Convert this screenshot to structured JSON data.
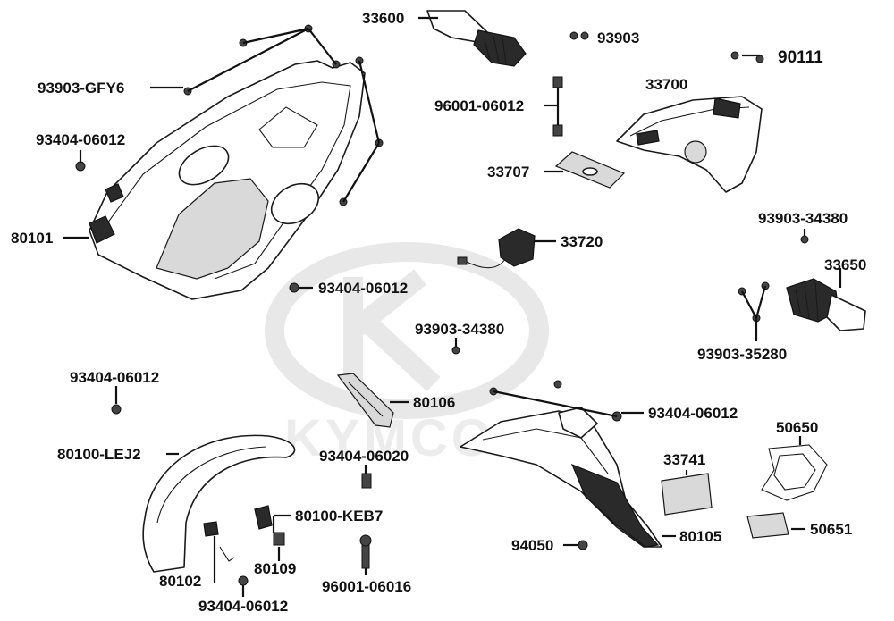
{
  "watermark": {
    "brand": "KYMCO"
  },
  "callouts": {
    "c_33600": "33600",
    "c_93903": "93903",
    "c_90111": "90111",
    "c_93903_gfy6": "93903-GFY6",
    "c_96001_06012": "96001-06012",
    "c_33700": "33700",
    "c_93404_06012_a": "93404-06012",
    "c_33707": "33707",
    "c_80101": "80101",
    "c_93903_34380_a": "93903-34380",
    "c_33720": "33720",
    "c_33650": "33650",
    "c_93404_06012_b": "93404-06012",
    "c_93903_34380_b": "93903-34380",
    "c_93903_35280": "93903-35280",
    "c_93404_06012_c": "93404-06012",
    "c_80106": "80106",
    "c_93404_06012_d": "93404-06012",
    "c_50650": "50650",
    "c_80100_lej2": "80100-LEJ2",
    "c_93404_06020": "93404-06020",
    "c_33741": "33741",
    "c_80100_keb7": "80100-KEB7",
    "c_50651": "50651",
    "c_80105": "80105",
    "c_94050": "94050",
    "c_80109": "80109",
    "c_80102": "80102",
    "c_96001_06016": "96001-06016",
    "c_93404_06012_e": "93404-06012"
  }
}
